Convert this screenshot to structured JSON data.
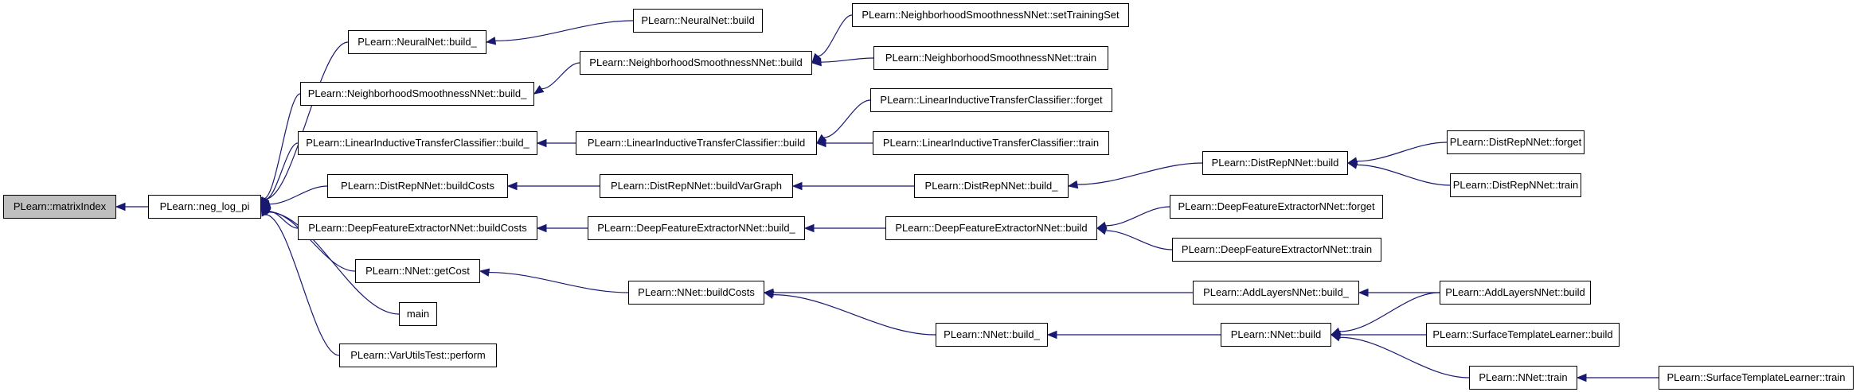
{
  "colors": {
    "edge": "#191970",
    "node_border": "#000000",
    "focus_fill": "#bfbfbf",
    "node_fill": "#ffffff"
  },
  "nodes": {
    "matrixindex": "PLearn::matrixIndex",
    "neg_log_pi": "PLearn::neg_log_pi",
    "neuralnet_build_": "PLearn::NeuralNet::build_",
    "nsnnet_build_": "PLearn::NeighborhoodSmoothnessNNet::build_",
    "litc_build_": "PLearn::LinearInductiveTransferClassifier::build_",
    "distrep_buildcosts": "PLearn::DistRepNNet::buildCosts",
    "dfe_buildcosts": "PLearn::DeepFeatureExtractorNNet::buildCosts",
    "nnet_getcost": "PLearn::NNet::getCost",
    "main": "main",
    "varutils_perform": "PLearn::VarUtilsTest::perform",
    "neuralnet_build": "PLearn::NeuralNet::build",
    "nsnnet_build": "PLearn::NeighborhoodSmoothnessNNet::build",
    "litc_build": "PLearn::LinearInductiveTransferClassifier::build",
    "distrep_buildvargraph": "PLearn::DistRepNNet::buildVarGraph",
    "dfe_build_": "PLearn::DeepFeatureExtractorNNet::build_",
    "nnet_buildcosts": "PLearn::NNet::buildCosts",
    "nsnnet_settrainingset": "PLearn::NeighborhoodSmoothnessNNet::setTrainingSet",
    "nsnnet_train": "PLearn::NeighborhoodSmoothnessNNet::train",
    "litc_forget": "PLearn::LinearInductiveTransferClassifier::forget",
    "litc_train": "PLearn::LinearInductiveTransferClassifier::train",
    "distrep_build_": "PLearn::DistRepNNet::build_",
    "dfe_build": "PLearn::DeepFeatureExtractorNNet::build",
    "nnet_build_": "PLearn::NNet::build_",
    "distrep_build": "PLearn::DistRepNNet::build",
    "dfe_forget": "PLearn::DeepFeatureExtractorNNet::forget",
    "dfe_train": "PLearn::DeepFeatureExtractorNNet::train",
    "addlayers_build_": "PLearn::AddLayersNNet::build_",
    "nnet_build": "PLearn::NNet::build",
    "nnet_train": "PLearn::NNet::train",
    "distrep_forget": "PLearn::DistRepNNet::forget",
    "distrep_train": "PLearn::DistRepNNet::train",
    "addlayers_build": "PLearn::AddLayersNNet::build",
    "surface_build": "PLearn::SurfaceTemplateLearner::build",
    "surface_train": "PLearn::SurfaceTemplateLearner::train"
  },
  "edges": [
    [
      "neg_log_pi",
      "matrixindex"
    ],
    [
      "neuralnet_build_",
      "neg_log_pi"
    ],
    [
      "nsnnet_build_",
      "neg_log_pi"
    ],
    [
      "litc_build_",
      "neg_log_pi"
    ],
    [
      "distrep_buildcosts",
      "neg_log_pi"
    ],
    [
      "dfe_buildcosts",
      "neg_log_pi"
    ],
    [
      "nnet_getcost",
      "neg_log_pi"
    ],
    [
      "main",
      "neg_log_pi"
    ],
    [
      "varutils_perform",
      "neg_log_pi"
    ],
    [
      "neuralnet_build",
      "neuralnet_build_"
    ],
    [
      "nsnnet_build",
      "nsnnet_build_"
    ],
    [
      "litc_build",
      "litc_build_"
    ],
    [
      "distrep_buildvargraph",
      "distrep_buildcosts"
    ],
    [
      "dfe_build_",
      "dfe_buildcosts"
    ],
    [
      "nnet_buildcosts",
      "nnet_getcost"
    ],
    [
      "nsnnet_settrainingset",
      "nsnnet_build"
    ],
    [
      "nsnnet_train",
      "nsnnet_build"
    ],
    [
      "litc_forget",
      "litc_build"
    ],
    [
      "litc_train",
      "litc_build"
    ],
    [
      "distrep_build_",
      "distrep_buildvargraph"
    ],
    [
      "dfe_build",
      "dfe_build_"
    ],
    [
      "addlayers_build_",
      "nnet_buildcosts"
    ],
    [
      "nnet_build_",
      "nnet_buildcosts"
    ],
    [
      "distrep_build",
      "distrep_build_"
    ],
    [
      "dfe_forget",
      "dfe_build"
    ],
    [
      "dfe_train",
      "dfe_build"
    ],
    [
      "nnet_build",
      "nnet_build_"
    ],
    [
      "distrep_forget",
      "distrep_build"
    ],
    [
      "distrep_train",
      "distrep_build"
    ],
    [
      "addlayers_build",
      "addlayers_build_"
    ],
    [
      "addlayers_build",
      "nnet_build"
    ],
    [
      "surface_build",
      "nnet_build"
    ],
    [
      "nnet_train",
      "nnet_build"
    ],
    [
      "surface_train",
      "nnet_train"
    ]
  ]
}
